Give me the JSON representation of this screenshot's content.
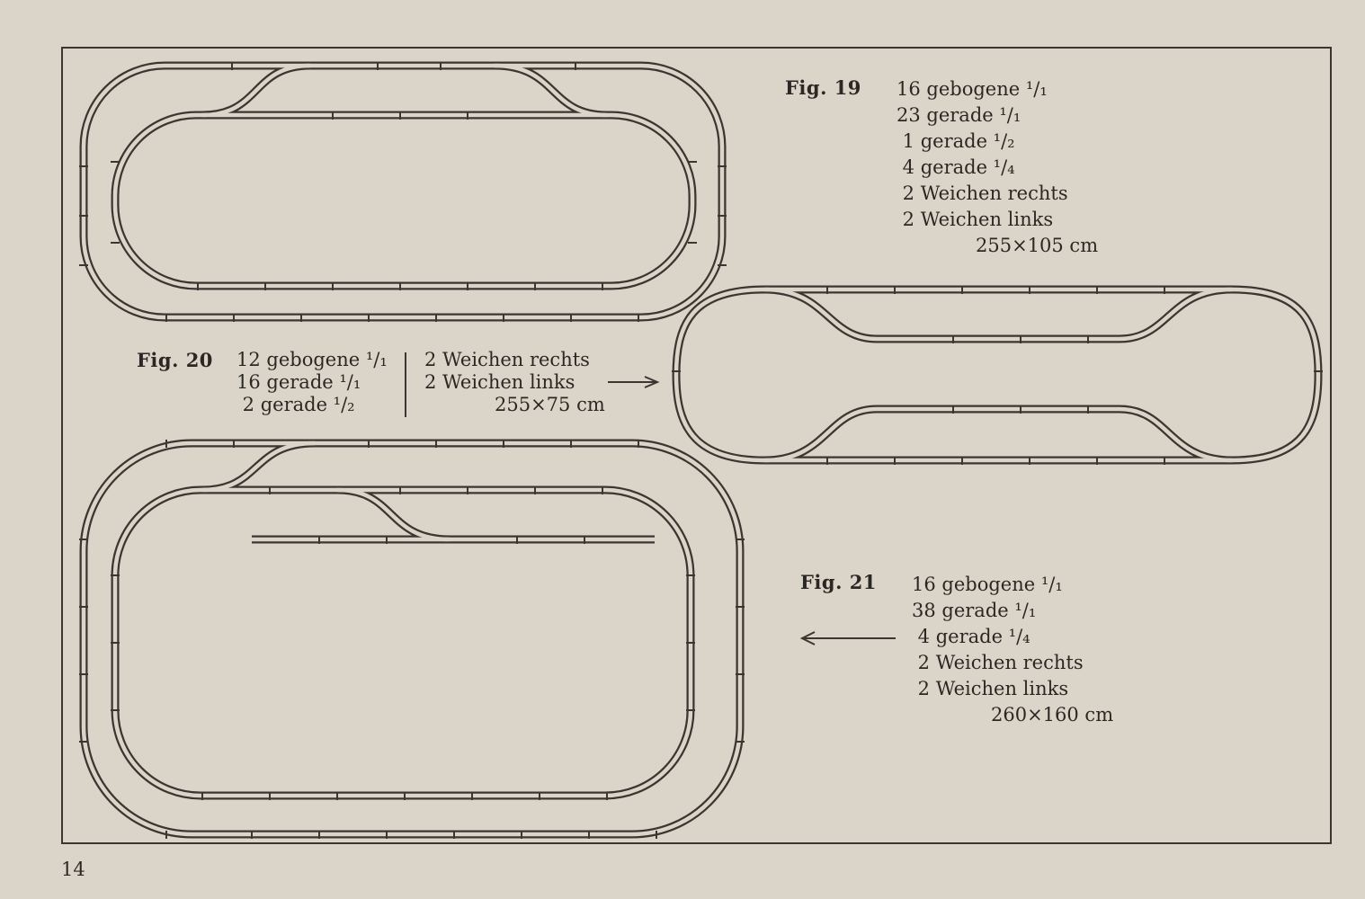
{
  "page_number": "14",
  "figures": [
    {
      "id": "fig19",
      "title": "Fig. 19",
      "parts": [
        "16 gebogene ¹/₁",
        "23 gerade ¹/₁",
        " 1 gerade ¹/₂",
        " 4 gerade ¹/₄",
        " 2 Weichen rechts",
        " 2 Weichen links"
      ],
      "size": "255×105 cm"
    },
    {
      "id": "fig20",
      "title": "Fig. 20",
      "parts_left": [
        "12 gebogene ¹/₁",
        "16 gerade ¹/₁",
        " 2 gerade ¹/₂"
      ],
      "parts_right": [
        "2 Weichen rechts",
        "2 Weichen links"
      ],
      "size": "255×75 cm"
    },
    {
      "id": "fig21",
      "title": "Fig. 21",
      "parts": [
        "16 gebogene ¹/₁",
        "38 gerade ¹/₁",
        " 4 gerade ¹/₄",
        " 2 Weichen rechts",
        " 2 Weichen links"
      ],
      "size": "260×160 cm"
    }
  ],
  "colors": {
    "paper": "#dbd5c9",
    "ink": "#3a3631"
  }
}
